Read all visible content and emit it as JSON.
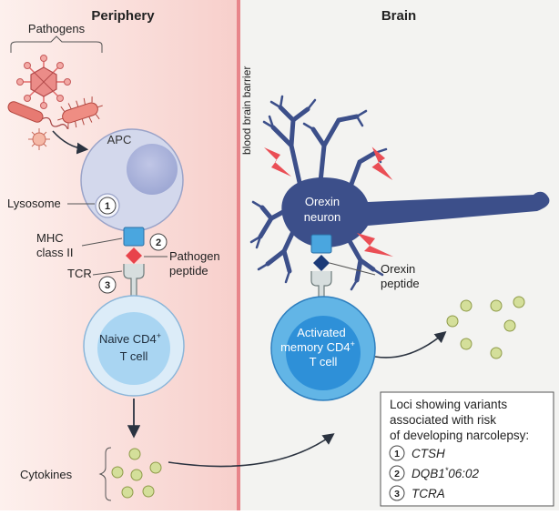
{
  "headers": {
    "periphery": "Periphery",
    "brain": "Brain"
  },
  "barrier_label": "blood brain barrier",
  "pathogens_label": "Pathogens",
  "apc_label": "APC",
  "lysosome_label": "Lysosome",
  "mhc_label_line1": "MHC",
  "mhc_label_line2": "class II",
  "pathogen_peptide_line1": "Pathogen",
  "pathogen_peptide_line2": "peptide",
  "tcr_label": "TCR",
  "naive_line1": "Naive CD4",
  "naive_sup": "+",
  "naive_line2": "T cell",
  "cytokines_label": "Cytokines",
  "orexin_neuron_line1": "Orexin",
  "orexin_neuron_line2": "neuron",
  "orexin_peptide_line1": "Orexin",
  "orexin_peptide_line2": "peptide",
  "activated_line1": "Activated",
  "activated_line2": "memory CD4",
  "activated_sup": "+",
  "activated_line3": "T cell",
  "markers": {
    "one": "1",
    "two": "2",
    "three": "3"
  },
  "loci_box": {
    "line1": "Loci showing variants",
    "line2": "associated with risk",
    "line3": "of developing narcolepsy:",
    "item1": "CTSH",
    "item2_pre": "DQB1",
    "item2_sup": "*",
    "item2_post": "06:02",
    "item3": "TCRA"
  },
  "colors": {
    "periphery_bg": "#fbe4e0",
    "brain_bg": "#f2f2f0",
    "barrier": "#e8858a",
    "apc": "#c9cfe6",
    "nucleus": "#a5aed6",
    "naive_cell": "#d8e9f7",
    "naive_nucleus": "#a7d3f0",
    "activated_cell": "#5ab0e3",
    "activated_nucleus": "#2e8fd6",
    "neuron": "#3c4f8a",
    "lightning": "#ea4e55",
    "cytokine": "#d4df9a",
    "mhc": "#4aa6df",
    "pathogen_peptide": "#e8434b",
    "orexin_peptide": "#1b3a78"
  }
}
